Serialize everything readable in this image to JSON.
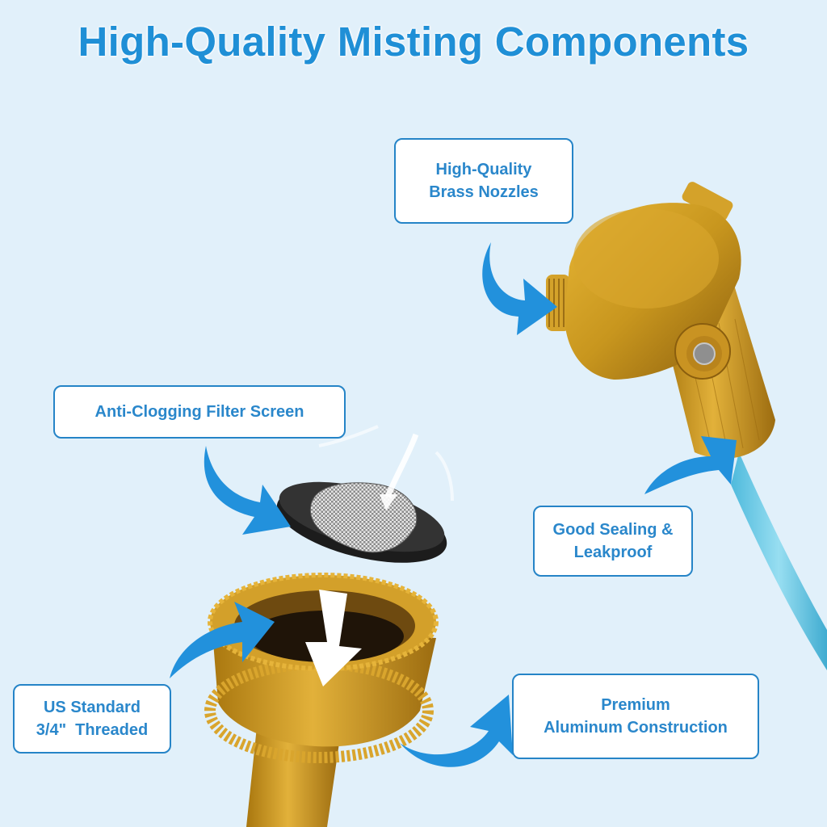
{
  "title": "High-Quality Misting Components",
  "colors": {
    "background": "#e1f0fa",
    "title": "#1f8fd6",
    "callout_border": "#2584c7",
    "callout_text": "#2a87cb",
    "arrow": "#2291dc",
    "brass": "#c8961e",
    "tube": "#4fc0e0",
    "gasket": "#2a2a2a"
  },
  "callouts": {
    "nozzles": {
      "line1": "High-Quality",
      "line2": "Brass Nozzles"
    },
    "filter": {
      "line1": "Anti-Clogging Filter Screen"
    },
    "sealing": {
      "line1": "Good Sealing &",
      "line2": "Leakproof"
    },
    "threaded": {
      "line1": "US Standard",
      "line2": "3/4\"  Threaded"
    },
    "aluminum": {
      "line1": "Premium",
      "line2": "Aluminum Construction"
    }
  },
  "icons": {
    "arrow": "curved-arrow",
    "nozzle": "brass-mist-nozzle",
    "filter": "filter-screen-gasket",
    "connector": "threaded-hose-connector"
  }
}
